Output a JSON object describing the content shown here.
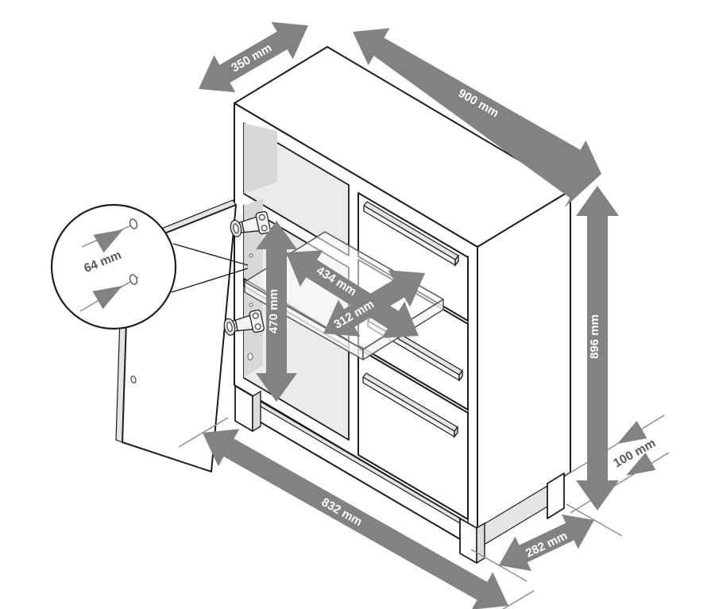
{
  "figure": {
    "kind": "isometric furniture dimension diagram",
    "subject": "sideboard cabinet with open door, three drawers, adjustable shelf and hinge-hole detail"
  },
  "dimensions": {
    "width": "900 mm",
    "depth": "350 mm",
    "height": "896 mm",
    "base_width": "832 mm",
    "base_depth": "282 mm",
    "leg_height": "100 mm",
    "shelf_width": "434 mm",
    "shelf_depth": "312 mm",
    "compartment_height": "470 mm",
    "hinge_hole_spacing": "64 mm"
  },
  "colors": {
    "arrow": "#828282",
    "arrow_label": "#ffffff",
    "plain_label": "#595959",
    "outline": "#1d1d1d",
    "interior": "#ebebeb",
    "interior_shadow": "#d8d8d8"
  }
}
